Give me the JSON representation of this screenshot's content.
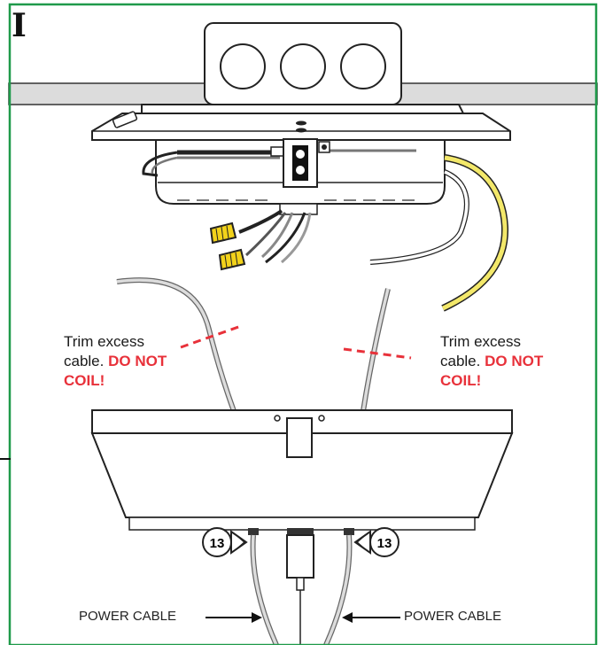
{
  "step": {
    "letter": "I"
  },
  "annotations": {
    "left": {
      "line1": "Trim excess",
      "line2_prefix": "cable. ",
      "line2_warn": "DO NOT",
      "line3_warn": "COIL!"
    },
    "right": {
      "line1": "Trim excess",
      "line2_prefix": "cable. ",
      "line2_warn": "DO NOT",
      "line3_warn": "COIL!"
    }
  },
  "badges": {
    "left": "13",
    "right": "13"
  },
  "cables": {
    "left_label": "POWER CABLE",
    "right_label": "POWER CABLE"
  },
  "colors": {
    "frame_green": "#1f9a4a",
    "warning_red": "#e8313a",
    "yellow_wire": "#f3e86a",
    "ceiling_gray": "#d9d9d9"
  }
}
